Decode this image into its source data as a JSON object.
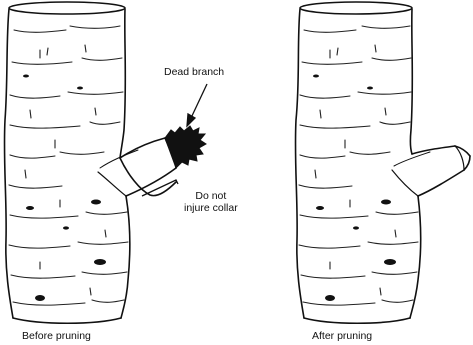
{
  "labels": {
    "dead_branch": "Dead branch",
    "do_not_line1": "Do not",
    "do_not_line2": "injure collar",
    "before": "Before pruning",
    "after": "After pruning"
  },
  "colors": {
    "ink": "#111111",
    "paper": "#ffffff"
  }
}
